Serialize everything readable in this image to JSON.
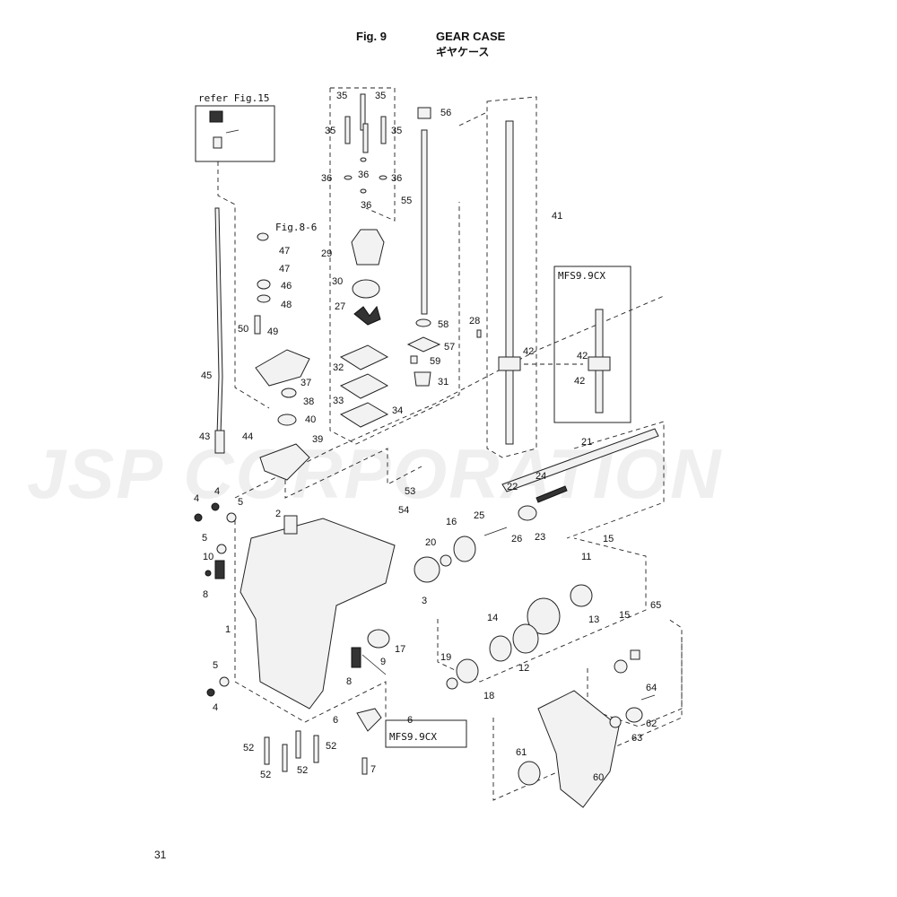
{
  "header": {
    "fig_label": "Fig. 9",
    "title_en": "GEAR CASE",
    "title_jp": "ギヤケース"
  },
  "page_number": "31",
  "watermark": "JSP CORPORATION",
  "refs": {
    "refer_fig15": "refer Fig.15",
    "fig_8_6": "Fig.8-6",
    "mfs_a": "MFS9.9CX",
    "mfs_b": "MFS9.9CX"
  },
  "callouts": {
    "c35a": "35",
    "c35b": "35",
    "c35c": "35",
    "c35d": "35",
    "c36a": "36",
    "c36b": "36",
    "c36c": "36",
    "c36d": "36",
    "c56": "56",
    "c55": "55",
    "c41": "41",
    "c47a": "47",
    "c47b": "47",
    "c46": "46",
    "c48": "48",
    "c29": "29",
    "c30": "30",
    "c27": "27",
    "c50": "50",
    "c49": "49",
    "c37": "37",
    "c38": "38",
    "c40": "40",
    "c32": "32",
    "c33": "33",
    "c34": "34",
    "c58": "58",
    "c57": "57",
    "c59": "59",
    "c31": "31",
    "c28": "28",
    "c42a": "42",
    "c42b": "42",
    "c42c": "42",
    "c45": "45",
    "c43": "43",
    "c44": "44",
    "c39": "39",
    "c21": "21",
    "c24": "24",
    "c22": "22",
    "c53": "53",
    "c54": "54",
    "c4a": "4",
    "c4b": "4",
    "c5a": "5",
    "c5b": "5",
    "c2": "2",
    "c16": "16",
    "c25": "25",
    "c26": "26",
    "c23": "23",
    "c20": "20",
    "c10": "10",
    "c8a": "8",
    "c3": "3",
    "c11": "11",
    "c15a": "15",
    "c65": "65",
    "c14": "14",
    "c13": "13",
    "c15b": "15",
    "c1": "1",
    "c17": "17",
    "c5c": "5",
    "c4c": "4",
    "c9": "9",
    "c8b": "8",
    "c19": "19",
    "c12": "12",
    "c18": "18",
    "c64": "64",
    "c6a": "6",
    "c6b": "6",
    "c62": "62",
    "c63": "63",
    "c52a": "52",
    "c52b": "52",
    "c52c": "52",
    "c52d": "52",
    "c7": "7",
    "c61": "61",
    "c60": "60"
  }
}
